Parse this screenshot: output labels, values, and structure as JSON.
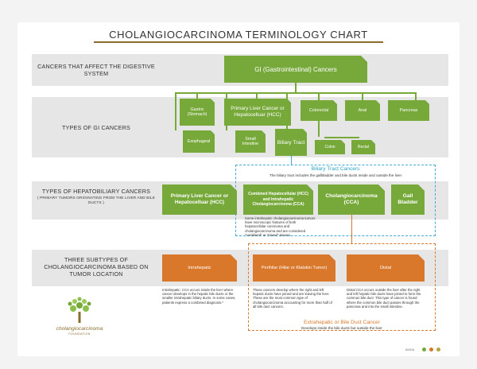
{
  "title": "CHOLANGIOCARCINOMA TERMINOLOGY CHART",
  "rows": {
    "row1": "CANCERS THAT AFFECT THE DIGESTIVE SYSTEM",
    "row2": "TYPES OF GI CANCERS",
    "row3_main": "TYPES OF HEPATOBILIARY CANCERS",
    "row3_sub": "( PRIMARY TUMORS ORIGINATING FROM THE LIVER AND BILE DUCTS )",
    "row4": "THREE SUBTYPES OF CHOLANGIOCARCINOMA BASED ON TUMOR LOCATION"
  },
  "gi_main": "GI (Gastrointestinal) Cancers",
  "gi_types": {
    "gastric": "Gastric (Stomach)",
    "primary_liver": "Primary Liver Cancer or Hepatocelluar (HCC)",
    "colorectal": "Colorectal",
    "anal": "Anal",
    "pancreas": "Pancreas",
    "esophageal": "Esophageal",
    "small_intestine": "Small Intestine",
    "biliary_tract": "Biliary Tract",
    "colon": "Colon",
    "rectal": "Rectal"
  },
  "biliary": {
    "title": "Biliary Tract Cancers",
    "desc": "The biliary tract includes the gallbladder and bile ducts inside and outside the liver"
  },
  "hepatobiliary": {
    "primary_liver": "Primary Liver Cancer or Hepatocelluar (HCC)",
    "combined": "Combined Hepatocellular (HCC) and Intrahepatic Cholangiocarcinoma (CCA)",
    "cholangio": "Cholangiocarcinoma (CCA)",
    "gall": "Gall Bladder",
    "combined_note": "Some intrahepatic cholangiocarcinoma tumors have microscopic features of both hepatocellular carcinoma and cholangiocarcinoma and are considered \"combined\" or \"mixed\" tumors."
  },
  "subtypes": {
    "intrahepatic": "Intrahepatic",
    "perihilar": "Perihilar (Hilar or Klatskin Tumor)",
    "distal": "Distal",
    "intrahepatic_desc": "Intrahepatic: CCA occurs inside the liver where cancer develops in the hepatic bile ducts or the smaller intrahepatic biliary ducts. In some cases, patients express a combined diagnosis.*",
    "perihilar_desc": "These cancers develop where the right and left hepatic ducts have joined and are leaving the liver. These are the most common type of cholangiocarcinoma accounting for more than half of all bile duct cancers.",
    "distal_desc": "Distal CCA occurs outside the liver after the right and left hepatic bile ducts have joined to form the common bile duct. This type of cancer is found where the common bile duct passes through the pancreas and into the small intestine."
  },
  "extrahepatic": {
    "title": "Extrahepatic or Bile Duct Cancer",
    "desc": "Develops inside the bile ducts but outside the liver"
  },
  "logo": {
    "name": "cholangiocarcinoma",
    "sub": "FOUNDATION"
  },
  "footer": {
    "date": "6/2018"
  },
  "colors": {
    "green": "#76a83a",
    "orange": "#d9782b",
    "blue": "#2aa0c6",
    "band": "#e6e6e6"
  }
}
